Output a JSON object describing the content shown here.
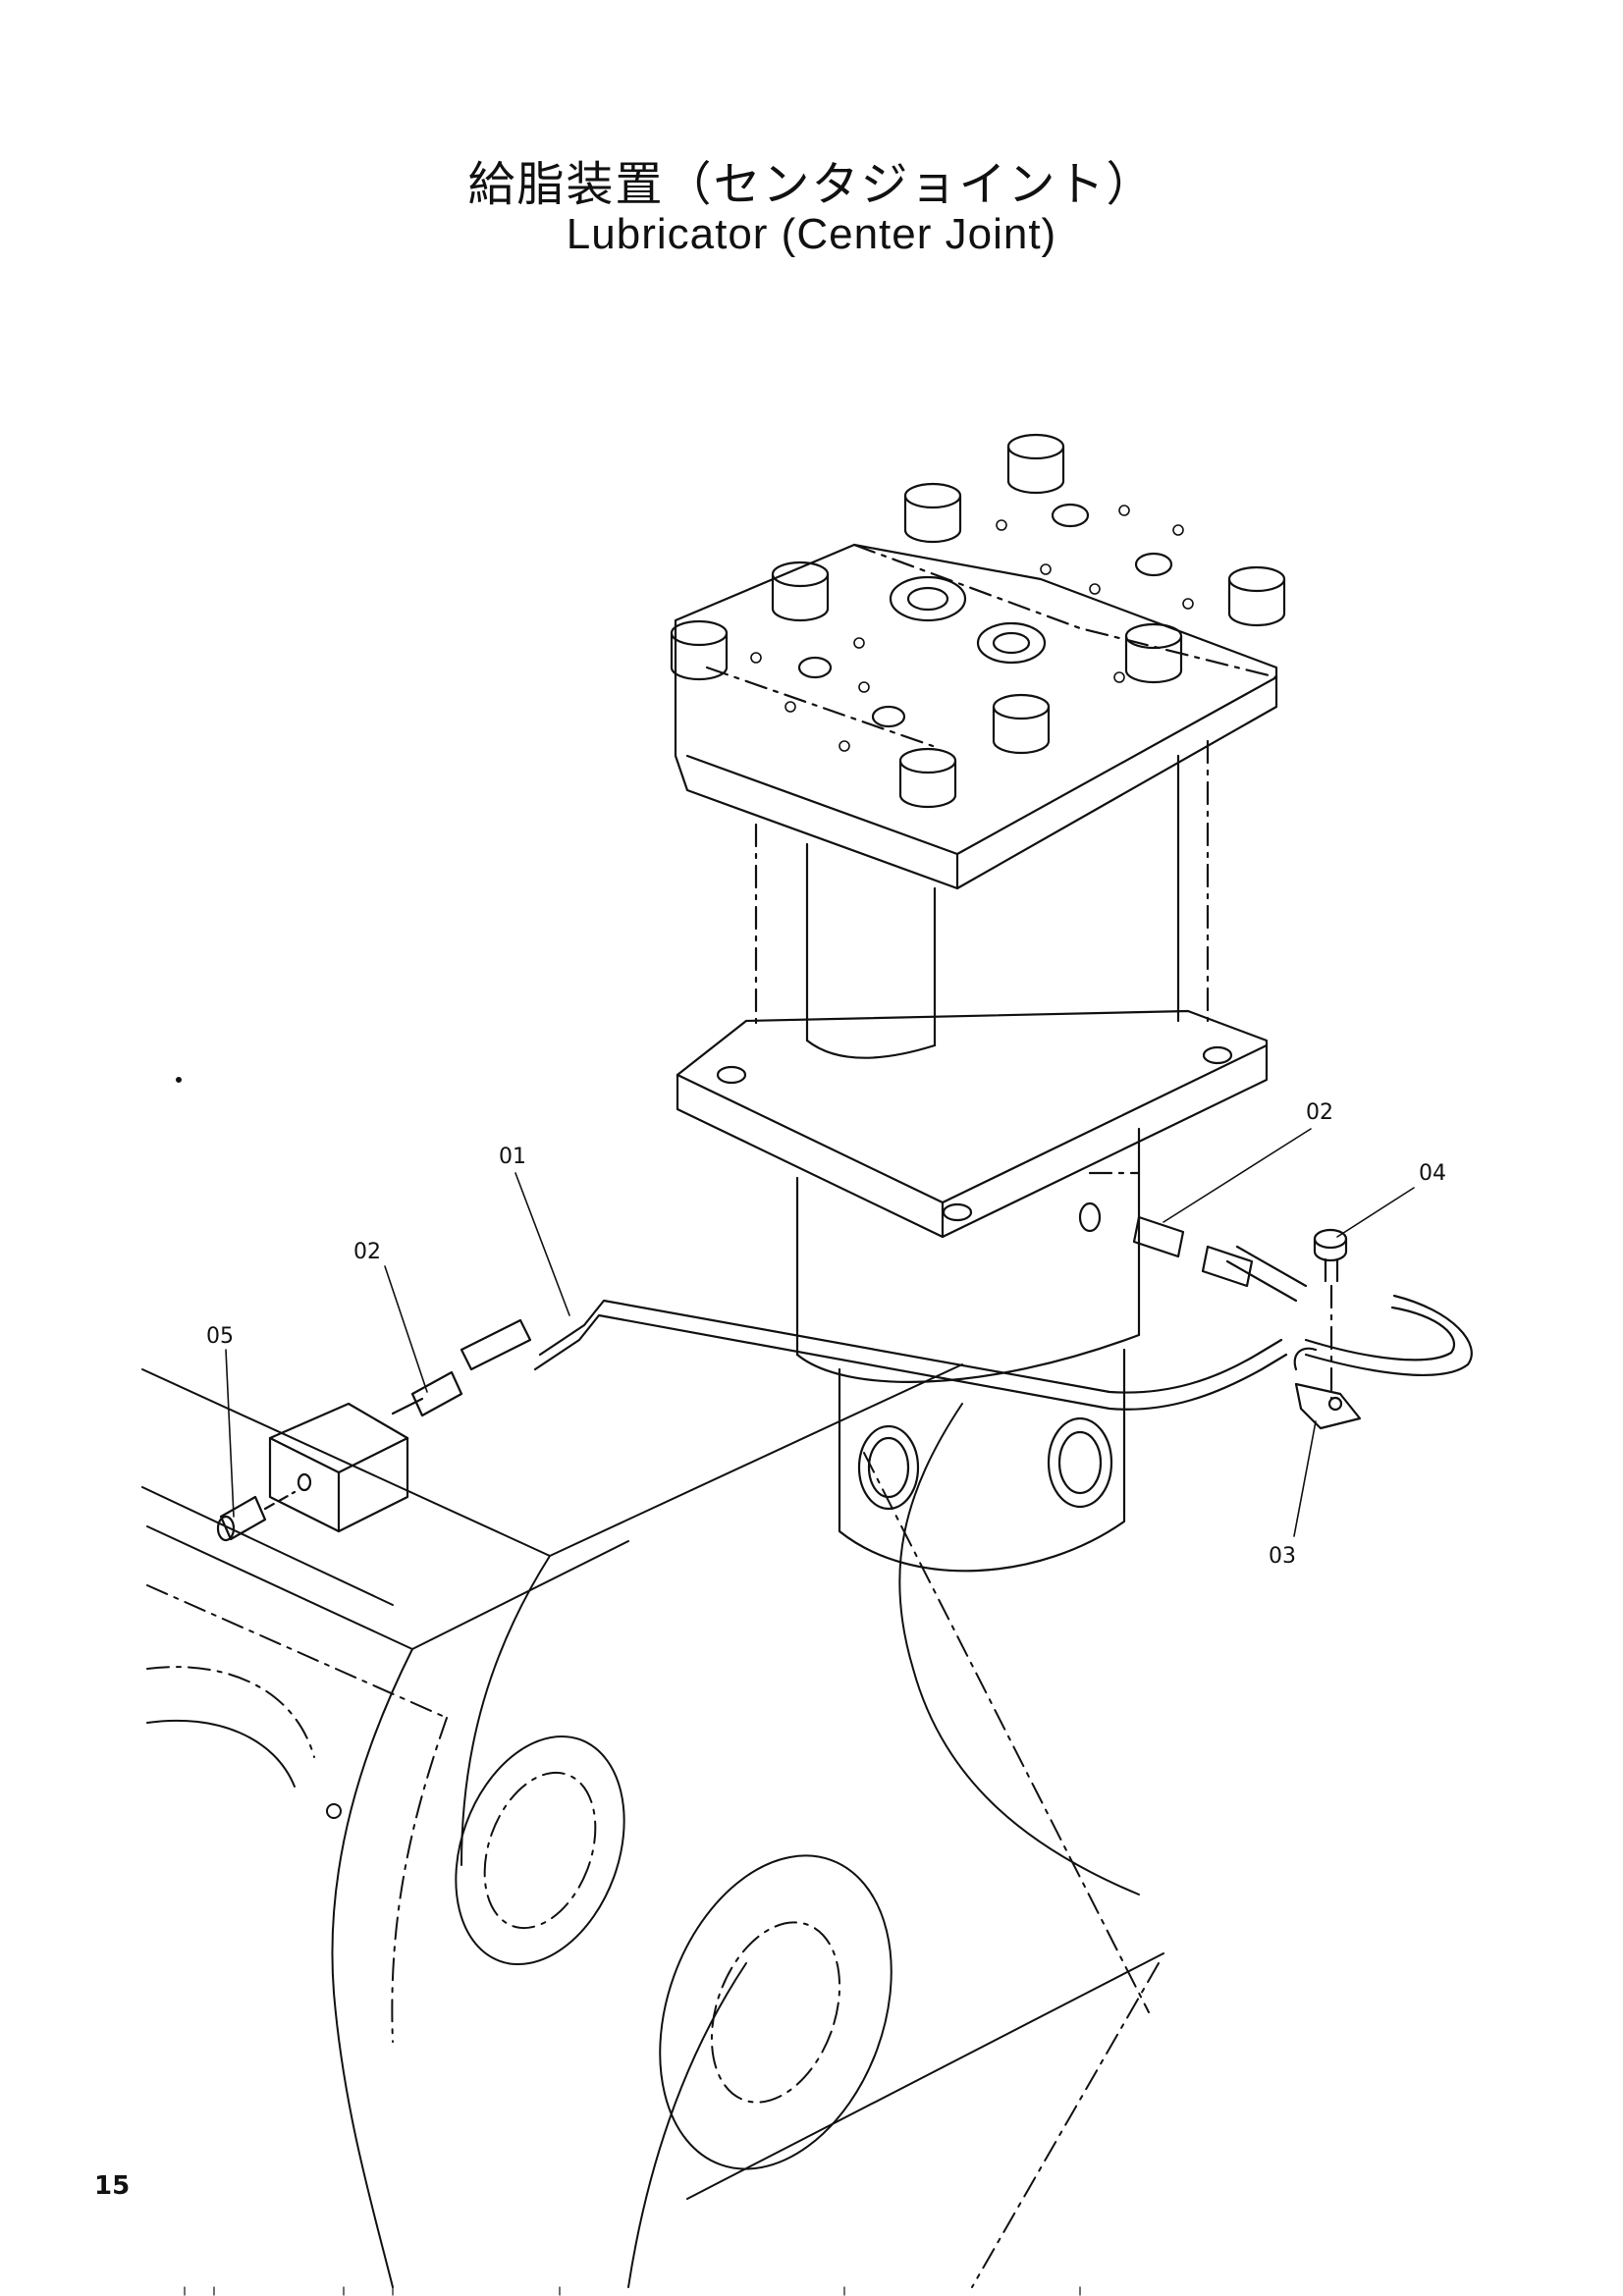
{
  "title": {
    "japanese": "給脂装置（センタジョイント）",
    "english": "Lubricator (Center Joint)"
  },
  "callouts": [
    {
      "label": "01",
      "part": "hose"
    },
    {
      "label": "02",
      "part": "fitting-left"
    },
    {
      "label": "02",
      "part": "fitting-right"
    },
    {
      "label": "03",
      "part": "clamp"
    },
    {
      "label": "04",
      "part": "bolt"
    },
    {
      "label": "05",
      "part": "grease-nipple"
    }
  ],
  "page_number": "15"
}
